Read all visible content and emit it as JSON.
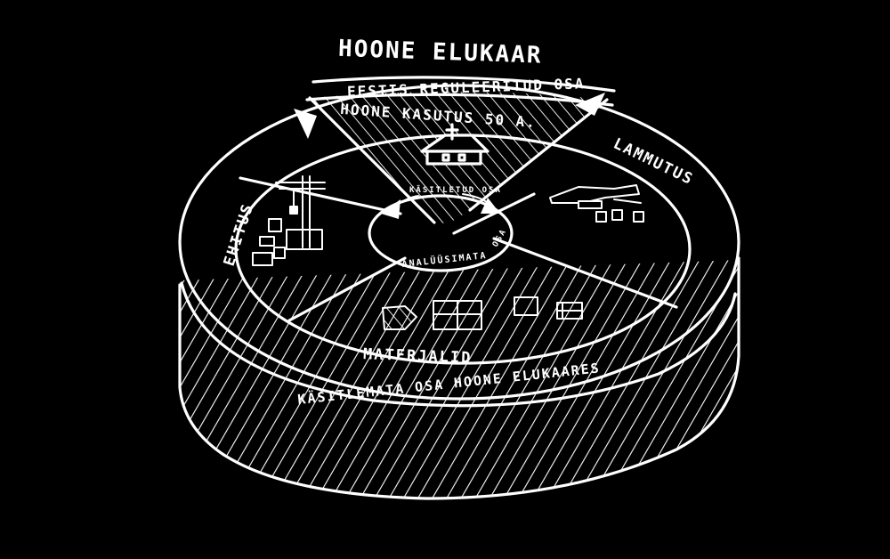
{
  "diagram": {
    "title": "HOONE ELUKAAR",
    "band_label": "EESTIS REGULEERITUD OSA",
    "sector_label": "HOONE KASUTUS 50 A.",
    "stage_construction": "EHITUS",
    "stage_demolition": "LAMMUTUS",
    "materials_label": "MATERJALID",
    "core_top_label": "KÄSITLETUD OSA",
    "core_bottom_label": "ANALÜÜSIMATA",
    "core_side_label": "OSA",
    "side_label": "KÄSITLEMATA OSA HOONE ELUKAARES",
    "colors": {
      "background": "#000000",
      "ink": "#ffffff"
    }
  }
}
